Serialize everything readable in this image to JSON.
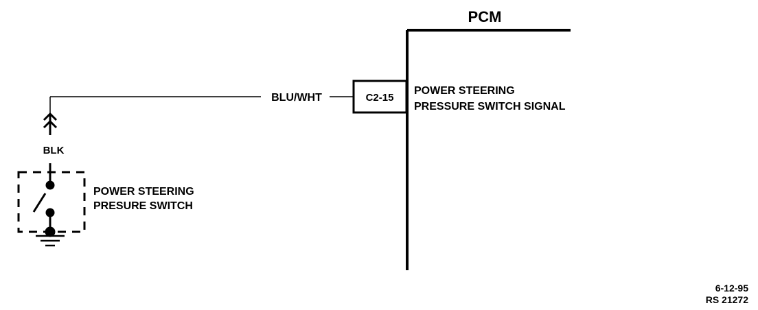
{
  "pcm": {
    "title": "PCM"
  },
  "wire": {
    "color_label": "BLU/WHT",
    "ground_label": "BLK"
  },
  "connector": {
    "pin": "C2-15"
  },
  "signal": {
    "line1": "POWER STEERING",
    "line2": "PRESSURE SWITCH SIGNAL"
  },
  "switch": {
    "line1": "POWER STEERING",
    "line2": "PRESURE SWITCH"
  },
  "footer": {
    "date": "6-12-95",
    "ref": "RS 21272"
  },
  "colors": {
    "ink": "#000000",
    "paper": "#ffffff"
  }
}
